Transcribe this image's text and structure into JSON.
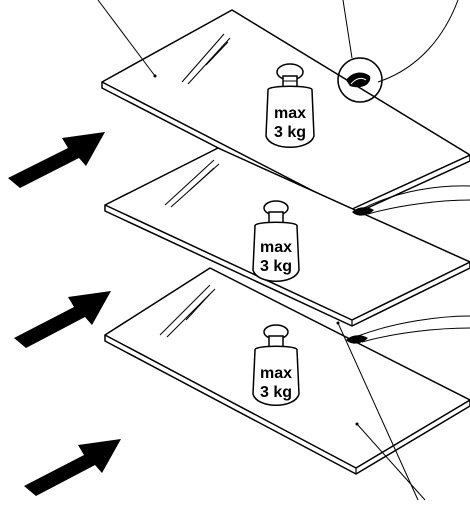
{
  "diagram": {
    "colors": {
      "line": "#000000",
      "background": "#ffffff"
    },
    "shelves": [
      {
        "weight_line1": "max",
        "weight_line2": "3 kg"
      },
      {
        "weight_line1": "max",
        "weight_line2": "3 kg"
      },
      {
        "weight_line1": "max",
        "weight_line2": "3 kg"
      }
    ],
    "icons": {
      "arrow": "arrow-right-icon",
      "weight": "weight-icon",
      "detail": "magnifier-circle-icon"
    }
  }
}
